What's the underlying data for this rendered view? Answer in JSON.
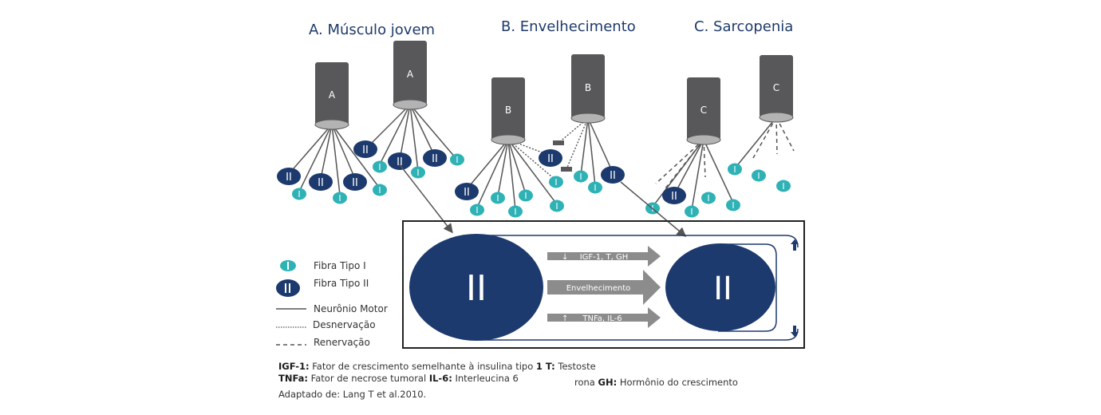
{
  "titles": {
    "a": "A. Músculo jovem",
    "b": "B. Envelhecimento",
    "c": "C. Sarcopenia"
  },
  "neurons": {
    "a1": "A",
    "a2": "A",
    "b1": "B",
    "b2": "B",
    "c1": "C",
    "c2": "C"
  },
  "fiber_labels": {
    "type1": "I",
    "type2": "II"
  },
  "legend": {
    "type1": "Fibra Tipo I",
    "type2": "Fibra Tipo II",
    "motor_neuron": "Neurônio Motor",
    "denervation": "Desnervação",
    "reinnervation": "Renervação"
  },
  "colors": {
    "type1": "#2eb2b6",
    "type2": "#1d3a6e",
    "neuron": "#58585a",
    "neuron_base": "#b3b3b3",
    "arrow": "#8c8c8c",
    "title": "#1e3a6b"
  },
  "detail_box": {
    "left_fiber": "II",
    "right_fiber": "II",
    "arrows": [
      {
        "symbol": "↓",
        "label": "IGF-1, T, GH"
      },
      {
        "symbol": "",
        "label": "Envelhecimento"
      },
      {
        "symbol": "↑",
        "label": "TNFa, IL-6"
      }
    ]
  },
  "footnotes": {
    "line1_term1": "IGF-1:",
    "line1_def1": " Fator de crescimento semelhante à insulina tipo ",
    "line1_term2": "1 T:",
    "line1_def2": " Testoste",
    "line2_term1": "TNFa:",
    "line2_def1": " Fator de necrose tumoral ",
    "line2_term2": "IL-6:",
    "line2_def2": " Interleucina 6",
    "line2b_prefix": "rona ",
    "line2b_term": "GH:",
    "line2b_def": " Hormônio do crescimento",
    "source": "Adaptado de: Lang T et al.2010."
  }
}
